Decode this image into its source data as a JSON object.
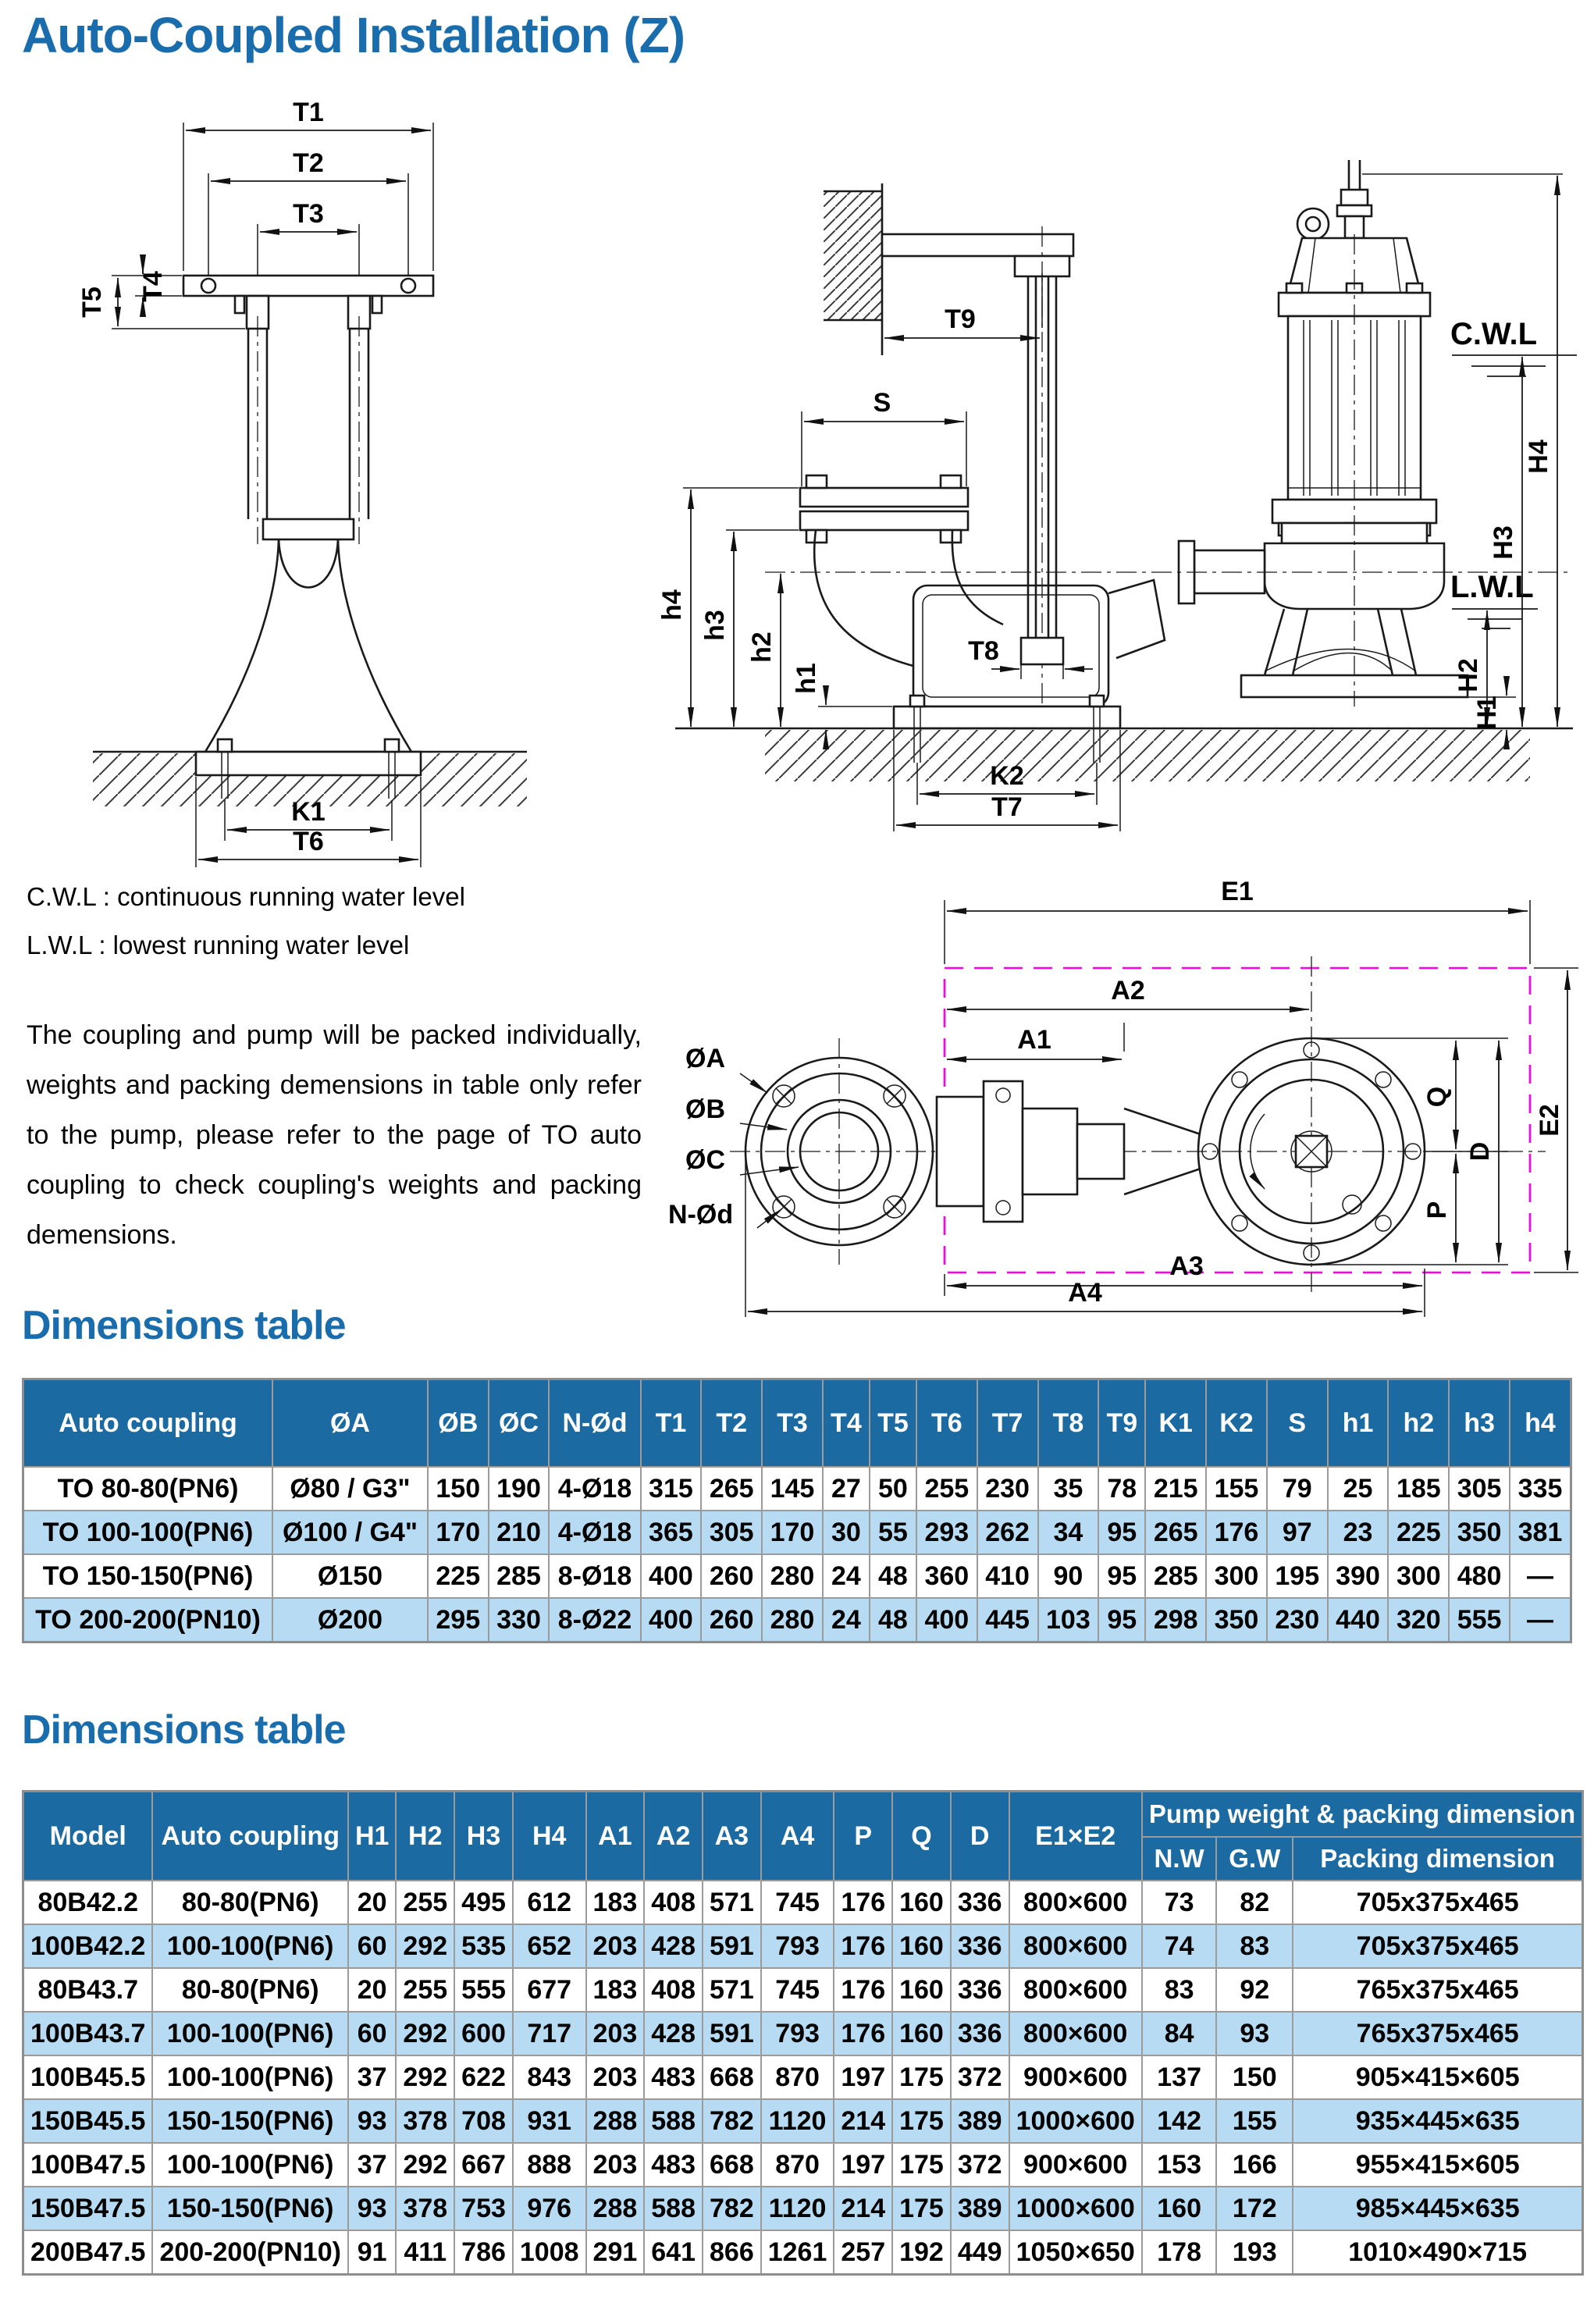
{
  "page": {
    "title": "Auto-Coupled Installation (Z)"
  },
  "sections": {
    "dim1_title": "Dimensions table",
    "dim2_title": "Dimensions table"
  },
  "notes": {
    "cwl": "C.W.L : continuous running water level",
    "lwl": "L.W.L :  lowest running water level",
    "packing_note": "The coupling and pump will be packed individually, weights and packing demensions in table only refer to the pump, please refer to the page of TO auto coupling to check coupling's weights and packing demensions."
  },
  "diagrams": {
    "left": {
      "t1": "T1",
      "t2": "T2",
      "t3": "T3",
      "t4": "T4",
      "t5": "T5",
      "k1": "K1",
      "t6": "T6"
    },
    "right": {
      "t9": "T9",
      "s": "S",
      "cwl": "C.W.L",
      "lwl": "L.W.L",
      "h4s": "h4",
      "h3s": "h3",
      "h2s": "h2",
      "h1s": "h1",
      "t8": "T8",
      "k2": "K2",
      "t7": "T7",
      "H4": "H4",
      "H3": "H3",
      "H2": "H2",
      "H1": "H1"
    },
    "plan": {
      "e1": "E1",
      "e2": "E2",
      "a1": "A1",
      "a2": "A2",
      "a3": "A3",
      "a4": "A4",
      "oa": "ØA",
      "ob": "ØB",
      "oc": "ØC",
      "nod": "N-Ød",
      "q": "Q",
      "d": "D",
      "p": "P"
    }
  },
  "table1": {
    "headers": [
      "Auto coupling",
      "ØA",
      "ØB",
      "ØC",
      "N-Ød",
      "T1",
      "T2",
      "T3",
      "T4",
      "T5",
      "T6",
      "T7",
      "T8",
      "T9",
      "K1",
      "K2",
      "S",
      "h1",
      "h2",
      "h3",
      "h4"
    ],
    "rows": [
      [
        "TO 80-80(PN6)",
        "Ø80 / G3\"",
        "150",
        "190",
        "4-Ø18",
        "315",
        "265",
        "145",
        "27",
        "50",
        "255",
        "230",
        "35",
        "78",
        "215",
        "155",
        "79",
        "25",
        "185",
        "305",
        "335"
      ],
      [
        "TO 100-100(PN6)",
        "Ø100 / G4\"",
        "170",
        "210",
        "4-Ø18",
        "365",
        "305",
        "170",
        "30",
        "55",
        "293",
        "262",
        "34",
        "95",
        "265",
        "176",
        "97",
        "23",
        "225",
        "350",
        "381"
      ],
      [
        "TO 150-150(PN6)",
        "Ø150",
        "225",
        "285",
        "8-Ø18",
        "400",
        "260",
        "280",
        "24",
        "48",
        "360",
        "410",
        "90",
        "95",
        "285",
        "300",
        "195",
        "390",
        "300",
        "480",
        "—"
      ],
      [
        "TO 200-200(PN10)",
        "Ø200",
        "295",
        "330",
        "8-Ø22",
        "400",
        "260",
        "280",
        "24",
        "48",
        "400",
        "445",
        "103",
        "95",
        "298",
        "350",
        "230",
        "440",
        "320",
        "555",
        "—"
      ]
    ]
  },
  "table2": {
    "headers": [
      "Model",
      "Auto coupling",
      "H1",
      "H2",
      "H3",
      "H4",
      "A1",
      "A2",
      "A3",
      "A4",
      "P",
      "Q",
      "D",
      "E1×E2"
    ],
    "group_header": "Pump weight & packing dimension",
    "sub_headers": [
      "N.W",
      "G.W",
      "Packing dimension"
    ],
    "rows": [
      [
        "80B42.2",
        "80-80(PN6)",
        "20",
        "255",
        "495",
        "612",
        "183",
        "408",
        "571",
        "745",
        "176",
        "160",
        "336",
        "800×600",
        "73",
        "82",
        "705x375x465"
      ],
      [
        "100B42.2",
        "100-100(PN6)",
        "60",
        "292",
        "535",
        "652",
        "203",
        "428",
        "591",
        "793",
        "176",
        "160",
        "336",
        "800×600",
        "74",
        "83",
        "705x375x465"
      ],
      [
        "80B43.7",
        "80-80(PN6)",
        "20",
        "255",
        "555",
        "677",
        "183",
        "408",
        "571",
        "745",
        "176",
        "160",
        "336",
        "800×600",
        "83",
        "92",
        "765x375x465"
      ],
      [
        "100B43.7",
        "100-100(PN6)",
        "60",
        "292",
        "600",
        "717",
        "203",
        "428",
        "591",
        "793",
        "176",
        "160",
        "336",
        "800×600",
        "84",
        "93",
        "765x375x465"
      ],
      [
        "100B45.5",
        "100-100(PN6)",
        "37",
        "292",
        "622",
        "843",
        "203",
        "483",
        "668",
        "870",
        "197",
        "175",
        "372",
        "900×600",
        "137",
        "150",
        "905×415×605"
      ],
      [
        "150B45.5",
        "150-150(PN6)",
        "93",
        "378",
        "708",
        "931",
        "288",
        "588",
        "782",
        "1120",
        "214",
        "175",
        "389",
        "1000×600",
        "142",
        "155",
        "935×445×635"
      ],
      [
        "100B47.5",
        "100-100(PN6)",
        "37",
        "292",
        "667",
        "888",
        "203",
        "483",
        "668",
        "870",
        "197",
        "175",
        "372",
        "900×600",
        "153",
        "166",
        "955×415×605"
      ],
      [
        "150B47.5",
        "150-150(PN6)",
        "93",
        "378",
        "753",
        "976",
        "288",
        "588",
        "782",
        "1120",
        "214",
        "175",
        "389",
        "1000×600",
        "160",
        "172",
        "985×445×635"
      ],
      [
        "200B47.5",
        "200-200(PN10)",
        "91",
        "411",
        "786",
        "1008",
        "291",
        "641",
        "866",
        "1261",
        "257",
        "192",
        "449",
        "1050×650",
        "178",
        "193",
        "1010×490×715"
      ]
    ]
  },
  "colors": {
    "title_blue": "#1a6dad",
    "header_blue": "#1b6aa2",
    "row_alt": "#b7dbf2",
    "magenta": "#ff00e8",
    "line_dark": "#1a1a1a"
  }
}
